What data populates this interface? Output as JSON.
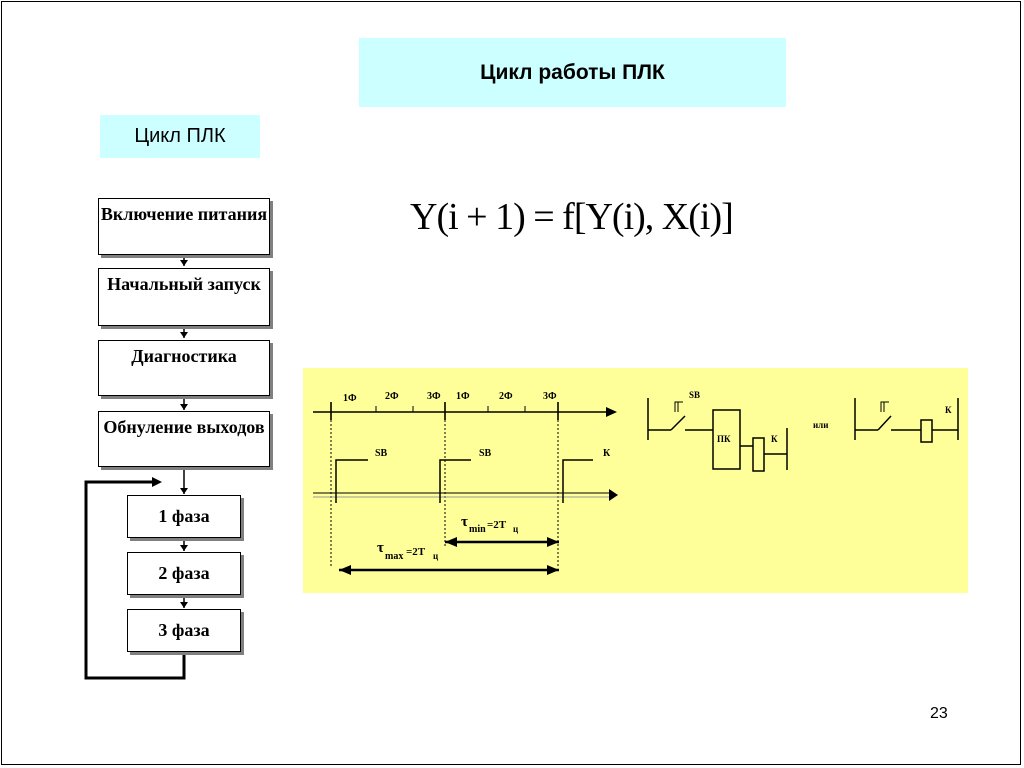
{
  "slide": {
    "title": "Цикл работы ПЛК",
    "subtitle": "Цикл ПЛК",
    "page_number": "23"
  },
  "formula": {
    "text": "Y(i + 1) = f[Y(i), X(i)]"
  },
  "flowchart": {
    "power_on": "Включение питания",
    "initial_start": "Начальный запуск",
    "diagnostics": "Диагностика",
    "reset_outputs": "Обнуление выходов",
    "phase1": "1 фаза",
    "phase2": "2 фаза",
    "phase3": "3 фаза"
  },
  "timing": {
    "phases": [
      "1Ф",
      "2Ф",
      "3Ф",
      "1Ф",
      "2Ф",
      "3Ф"
    ],
    "signal_sb": "SB",
    "signal_k": "К",
    "tau": "τ",
    "tau_min_sub": "min",
    "tau_min_eq": "=2Т",
    "tau_sub_c": "ц",
    "tau_max_sub": "max",
    "tau_max_eq": "=2Т"
  },
  "ladder": {
    "sb_label": "SB",
    "plc_label": "ПК",
    "k_label": "К",
    "or_label": "или",
    "k2_label": "К"
  }
}
